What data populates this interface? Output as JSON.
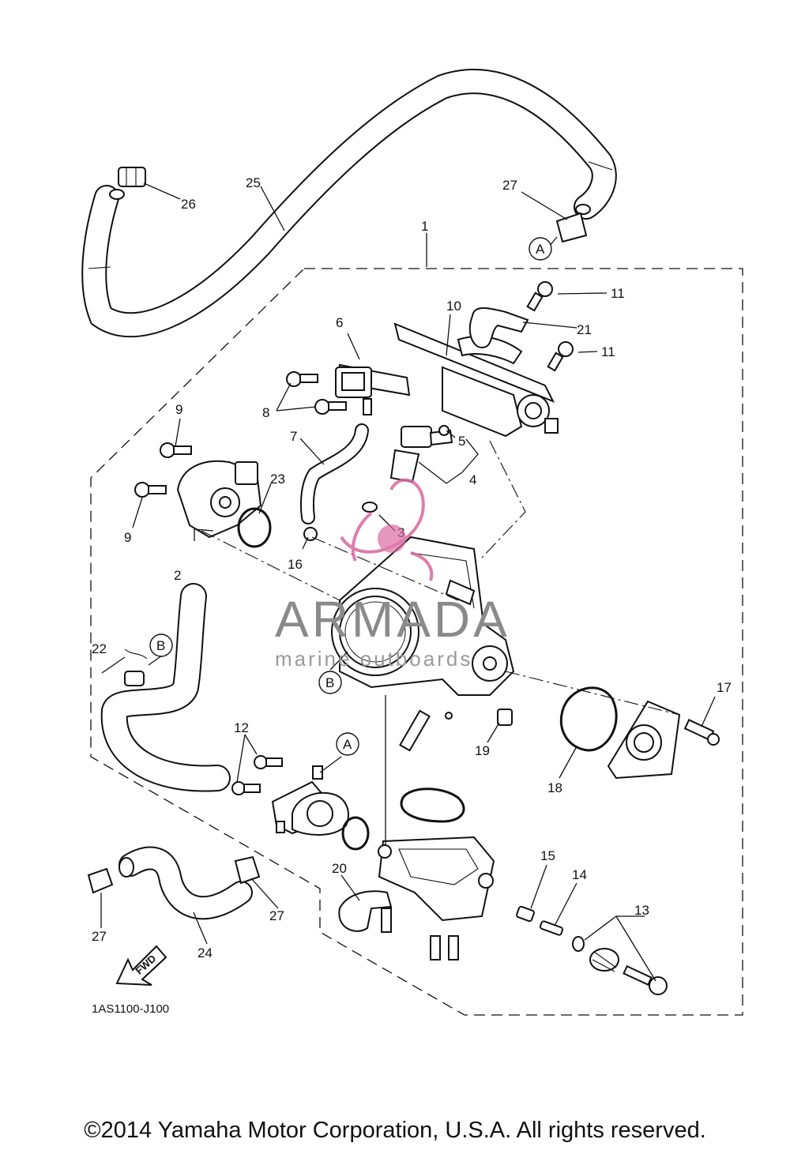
{
  "diagram": {
    "callouts": [
      {
        "id": "c1",
        "label": "1"
      },
      {
        "id": "c2",
        "label": "2"
      },
      {
        "id": "c3",
        "label": "3"
      },
      {
        "id": "c4",
        "label": "4"
      },
      {
        "id": "c5",
        "label": "5"
      },
      {
        "id": "c6",
        "label": "6"
      },
      {
        "id": "c7",
        "label": "7"
      },
      {
        "id": "c8",
        "label": "8"
      },
      {
        "id": "c9a",
        "label": "9"
      },
      {
        "id": "c9b",
        "label": "9"
      },
      {
        "id": "c10",
        "label": "10"
      },
      {
        "id": "c11a",
        "label": "11"
      },
      {
        "id": "c11b",
        "label": "11"
      },
      {
        "id": "c12",
        "label": "12"
      },
      {
        "id": "c13",
        "label": "13"
      },
      {
        "id": "c14",
        "label": "14"
      },
      {
        "id": "c15",
        "label": "15"
      },
      {
        "id": "c16",
        "label": "16"
      },
      {
        "id": "c17",
        "label": "17"
      },
      {
        "id": "c18",
        "label": "18"
      },
      {
        "id": "c19",
        "label": "19"
      },
      {
        "id": "c20",
        "label": "20"
      },
      {
        "id": "c21",
        "label": "21"
      },
      {
        "id": "c22",
        "label": "22"
      },
      {
        "id": "c23",
        "label": "23"
      },
      {
        "id": "c24",
        "label": "24"
      },
      {
        "id": "c25",
        "label": "25"
      },
      {
        "id": "c26",
        "label": "26"
      },
      {
        "id": "c27a",
        "label": "27"
      },
      {
        "id": "c27b",
        "label": "27"
      },
      {
        "id": "c27c",
        "label": "27"
      }
    ],
    "markers": [
      {
        "id": "mA1",
        "label": "A"
      },
      {
        "id": "mA2",
        "label": "A"
      },
      {
        "id": "mB1",
        "label": "B"
      },
      {
        "id": "mB2",
        "label": "B"
      }
    ],
    "fwd_label": "FWD",
    "drawing_code": "1AS1100-J100",
    "copyright": "©2014 Yamaha Motor Corporation, U.S.A. All rights reserved.",
    "watermark": {
      "title": "ARMADA",
      "subtitle": "marine outboards",
      "color": "#d9679e"
    }
  }
}
